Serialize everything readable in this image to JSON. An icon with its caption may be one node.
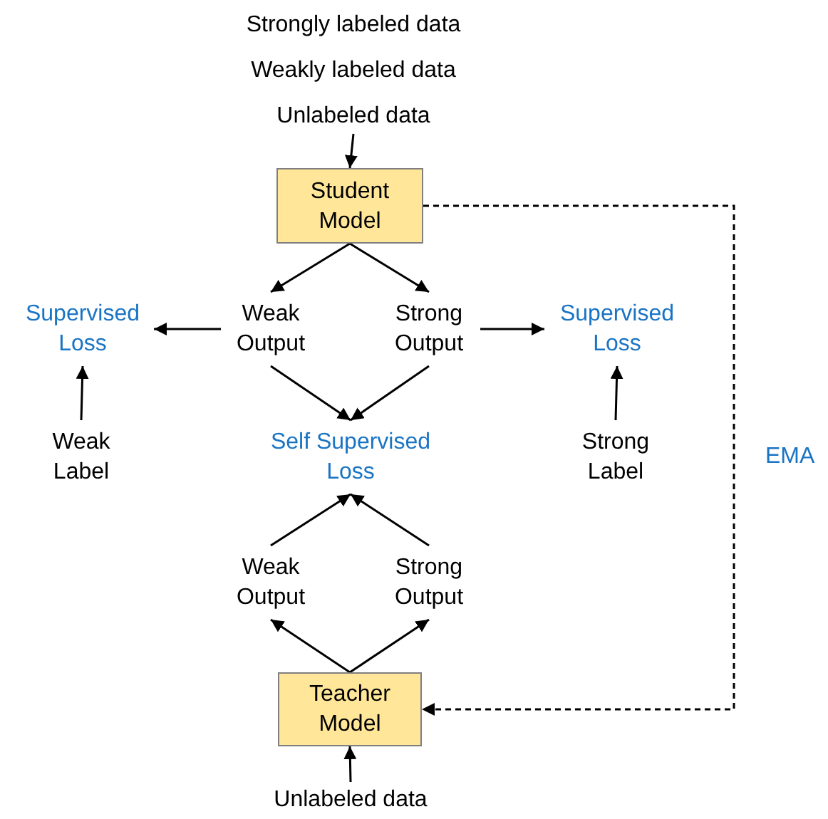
{
  "diagram": {
    "nodes": [
      {
        "text": [
          "Strongly labeled data",
          "Weakly labeled data",
          "Unlabeled data"
        ]
      },
      {
        "text": [
          "Student Model"
        ]
      },
      {
        "text": [
          "Weak Output"
        ]
      },
      {
        "text": [
          "Strong Output"
        ]
      },
      {
        "text": [
          "Supervised Loss"
        ]
      },
      {
        "text": [
          "Supervised Loss"
        ]
      },
      {
        "text": [
          "Weak Label"
        ]
      },
      {
        "text": [
          "Strong Label"
        ]
      },
      {
        "text": [
          "Self Supervised Loss"
        ]
      },
      {
        "text": [
          "Weak Output"
        ]
      },
      {
        "text": [
          "Strong Output"
        ]
      },
      {
        "text": [
          "Teacher Model"
        ]
      },
      {
        "text": [
          "Unlabeled data"
        ]
      }
    ],
    "edges": [
      {
        "from": 0,
        "to": 1,
        "arrow": "to"
      },
      {
        "from": 1,
        "to": 2,
        "arrow": "to"
      },
      {
        "from": 1,
        "to": 3,
        "arrow": "to"
      },
      {
        "from": 2,
        "to": 4,
        "arrow": "to"
      },
      {
        "from": 3,
        "to": 5,
        "arrow": "to"
      },
      {
        "from": 6,
        "to": 4,
        "arrow": "to"
      },
      {
        "from": 7,
        "to": 5,
        "arrow": "to"
      },
      {
        "from": 2,
        "to": 8,
        "arrow": "to"
      },
      {
        "from": 3,
        "to": 8,
        "arrow": "to"
      },
      {
        "from": 9,
        "to": 8,
        "arrow": "to"
      },
      {
        "from": 10,
        "to": 8,
        "arrow": "to"
      },
      {
        "from": 11,
        "to": 9,
        "arrow": "to"
      },
      {
        "from": 11,
        "to": 10,
        "arrow": "to"
      },
      {
        "from": 12,
        "to": 11,
        "arrow": "to"
      },
      {
        "from": 1,
        "to": 11,
        "arrow": "to",
        "style": "dashed",
        "label": "EMA"
      }
    ]
  }
}
